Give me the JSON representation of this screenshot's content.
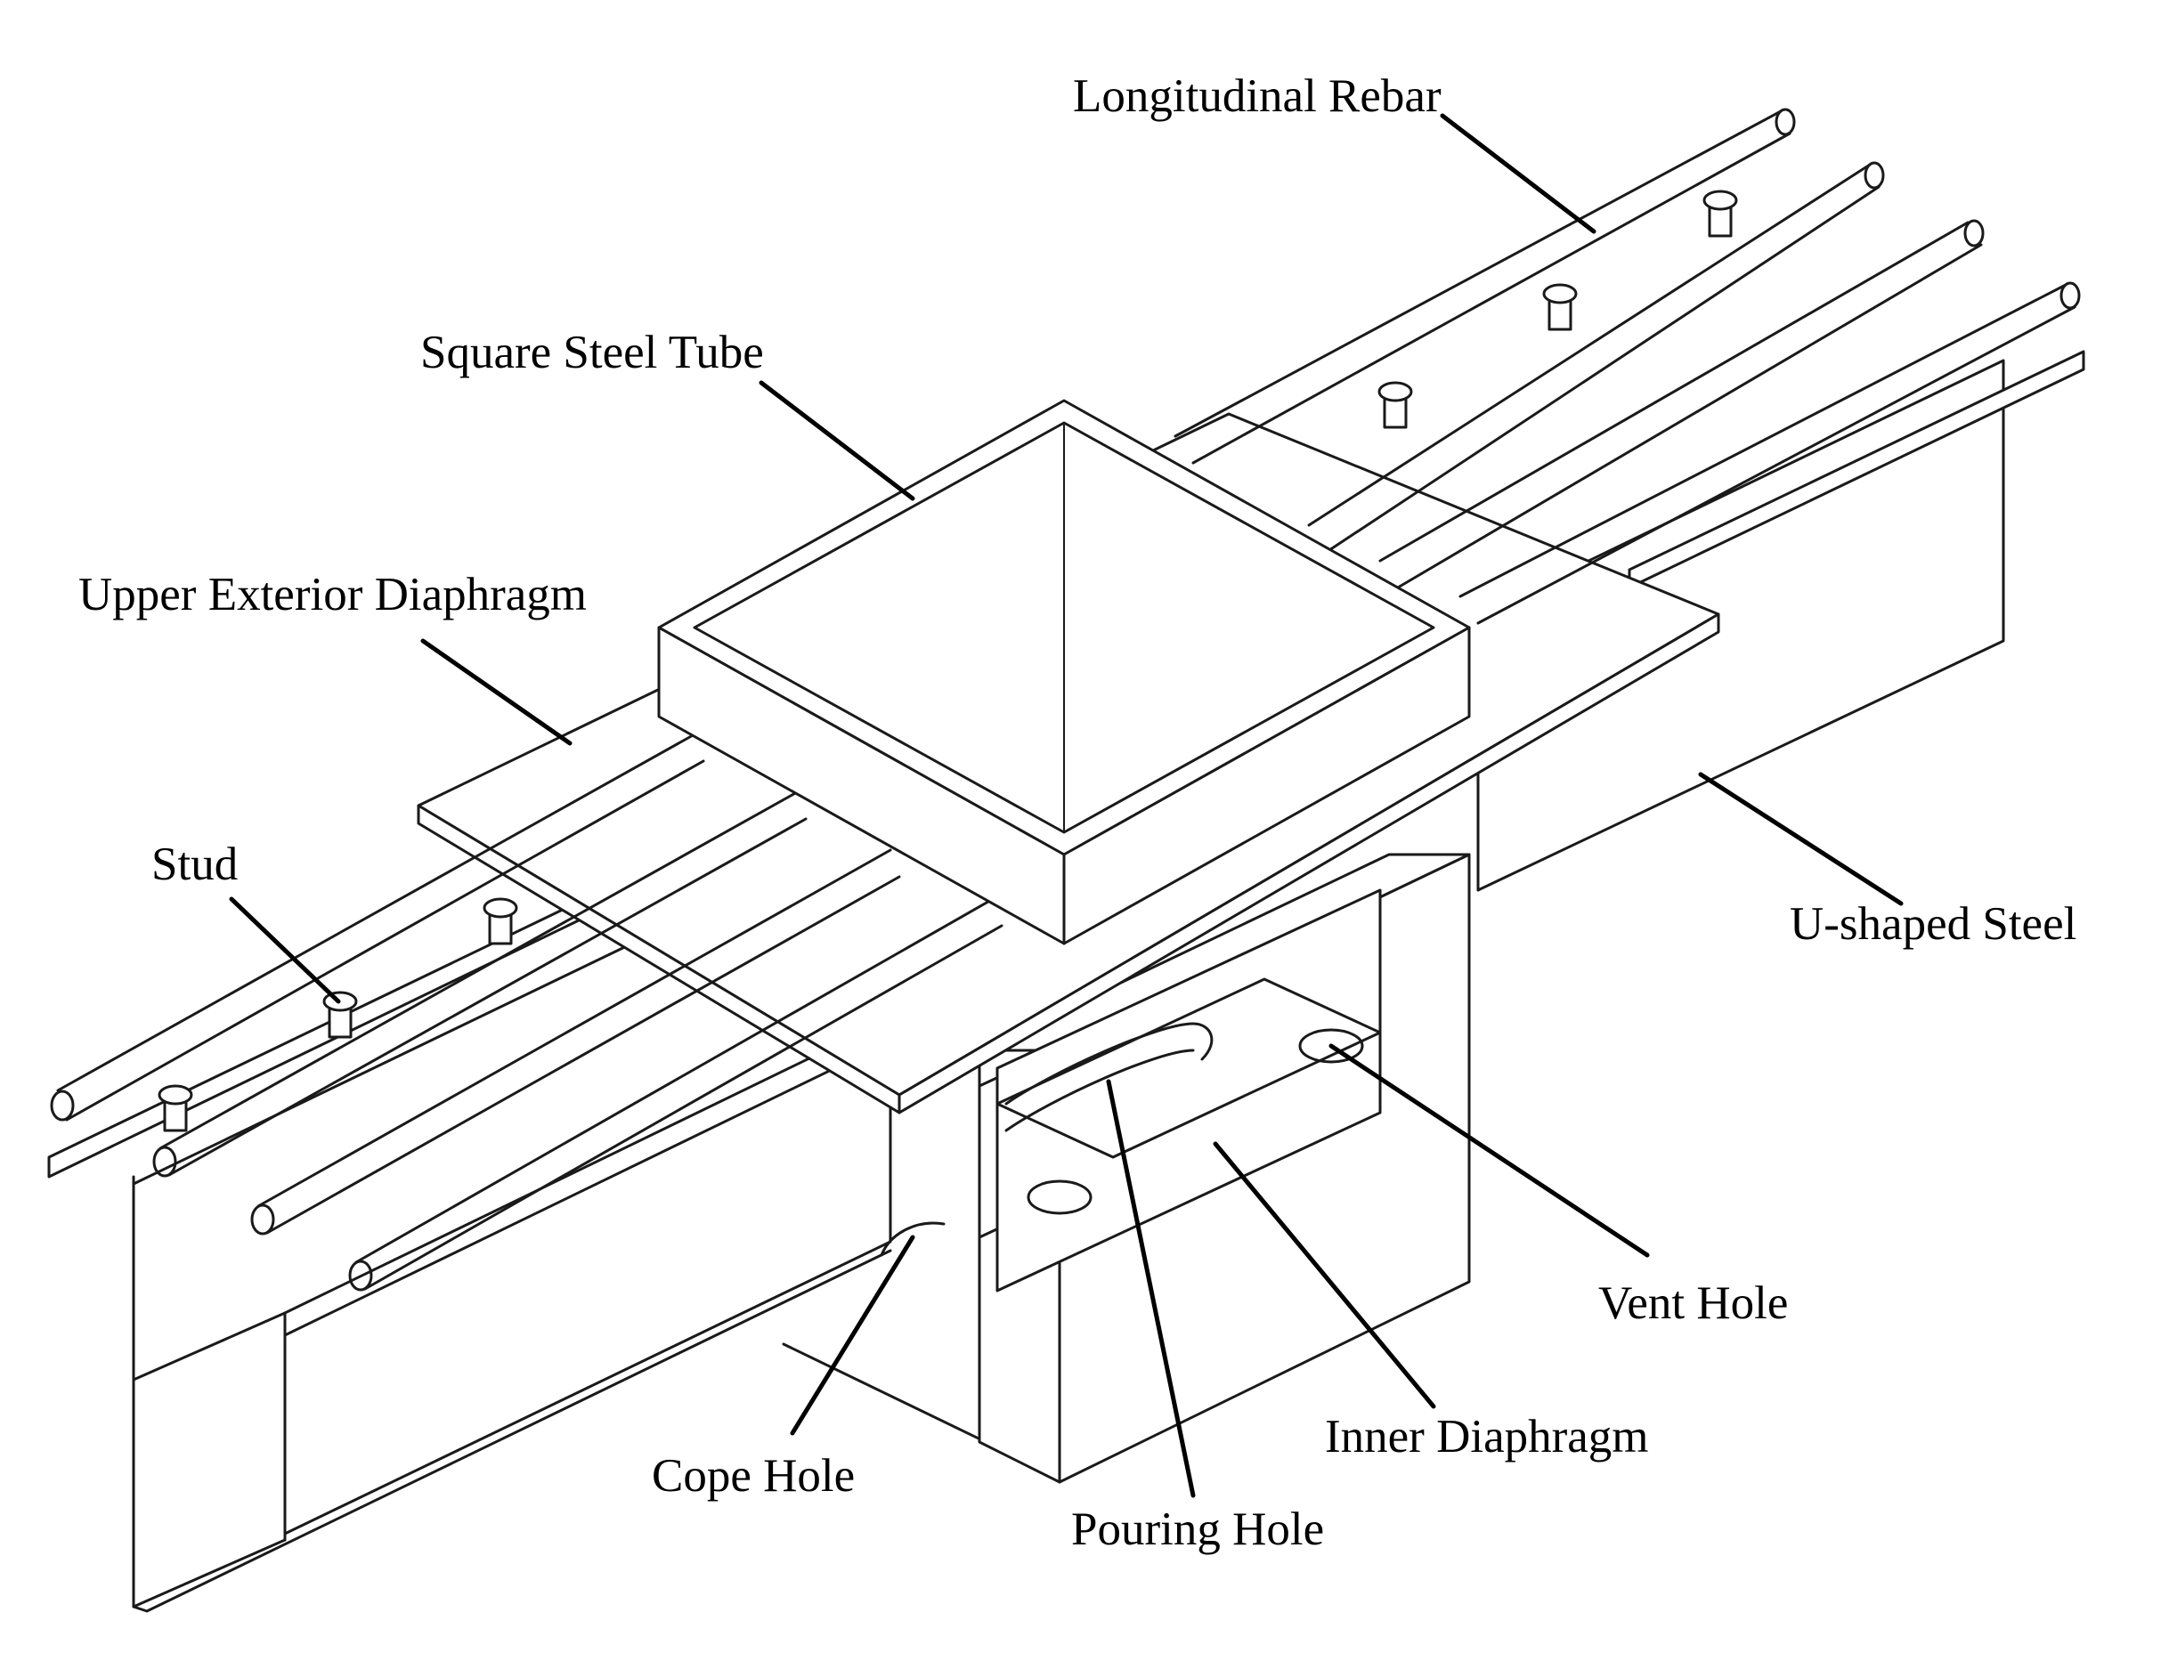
{
  "labels": {
    "longitudinal_rebar": "Longitudinal Rebar",
    "square_steel_tube": "Square Steel Tube",
    "upper_exterior_diaphragm": "Upper Exterior Diaphragm",
    "stud": "Stud",
    "u_shaped_steel": "U-shaped Steel",
    "vent_hole": "Vent Hole",
    "inner_diaphragm": "Inner Diaphragm",
    "cope_hole": "Cope Hole",
    "pouring_hole": "Pouring Hole"
  },
  "colors": {
    "line": "#1a1a1a",
    "background": "#ffffff"
  }
}
